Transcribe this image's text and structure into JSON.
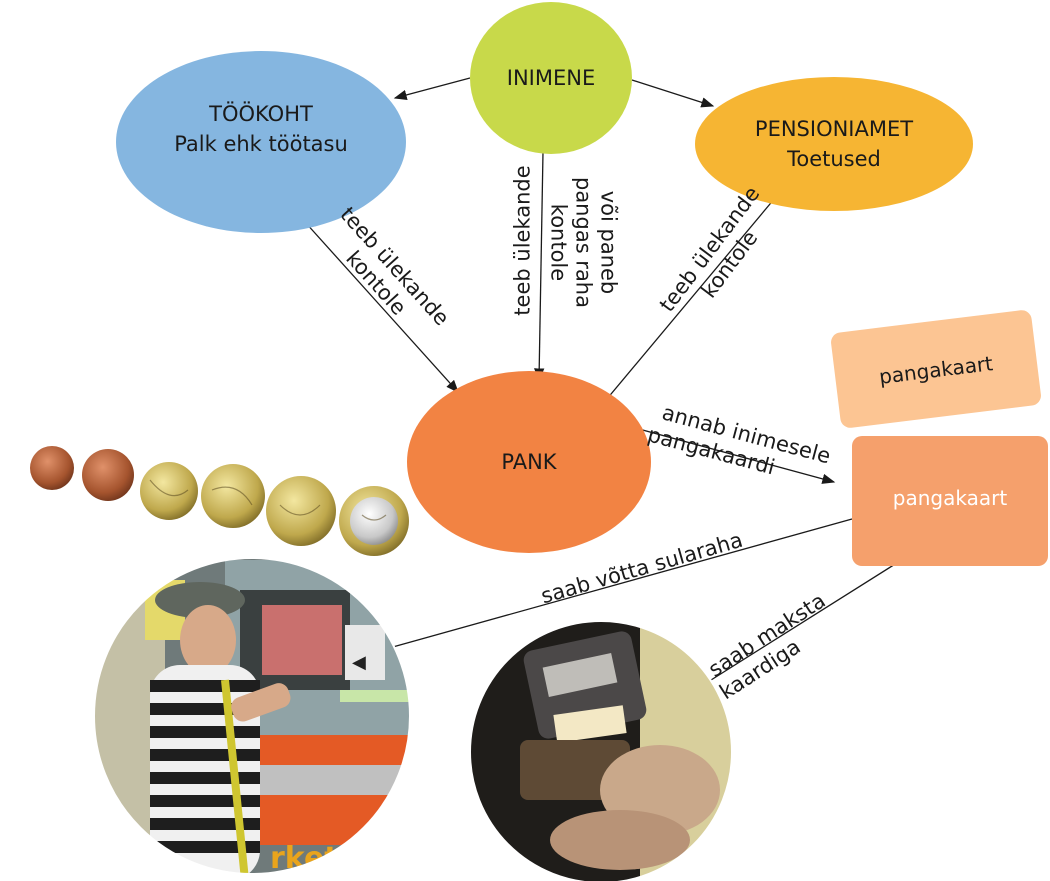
{
  "nodes": {
    "inimene": {
      "title": "INIMENE",
      "color": "#c8d94a"
    },
    "tookoht": {
      "title": "TÖÖKOHT",
      "subtitle": "Palk ehk töötasu",
      "color": "#85b6e0"
    },
    "pensioniamet": {
      "title": "PENSIONIAMET",
      "subtitle": "Toetused",
      "color": "#f6b533"
    },
    "pank": {
      "title": "PANK",
      "color": "#f28343"
    }
  },
  "cards": {
    "back_label": "pangakaart",
    "back_color": "#fcc593",
    "front_label": "pangakaart",
    "front_color": "#f5a06c"
  },
  "edges": {
    "tookoht_pank": {
      "line1": "teeb ülekande",
      "line2": "kontole"
    },
    "inimene_pank_a": {
      "line1": "teeb ülekande"
    },
    "inimene_pank_b": {
      "line1": "või paneb",
      "line2": "pangas raha",
      "line3": "kontole"
    },
    "pensioniamet_pank": {
      "line1": "teeb ülekande",
      "line2": "kontole"
    },
    "pank_card": {
      "line1": "annab inimesele",
      "line2": "pangakaardi"
    },
    "card_atm": {
      "line1": "saab võtta sularaha"
    },
    "card_pay": {
      "line1": "saab maksta",
      "line2": "kaardiga"
    }
  },
  "photos": {
    "coins": {
      "count": 6
    },
    "atm": {
      "sign_text": "rket"
    },
    "payment": {}
  }
}
